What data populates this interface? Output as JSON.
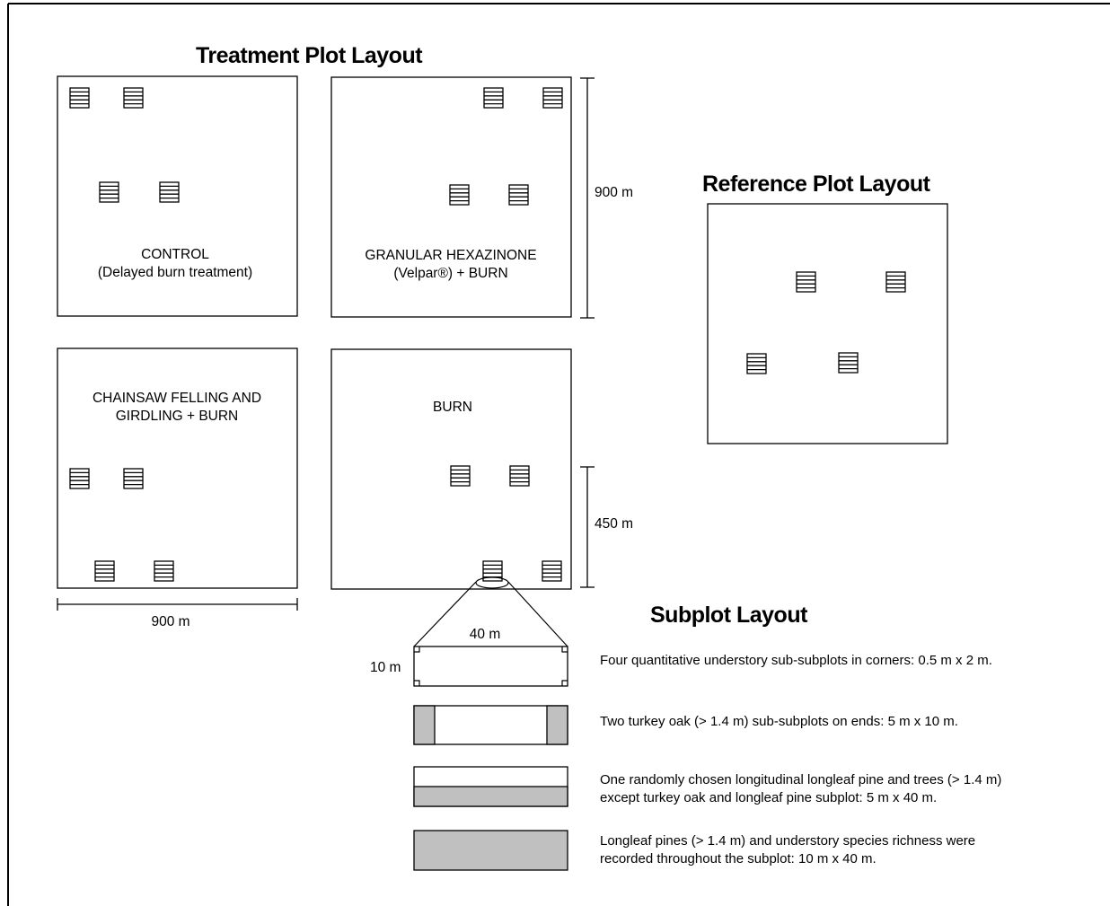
{
  "titles": {
    "treatment": "Treatment Plot Layout",
    "reference": "Reference Plot Layout",
    "subplot": "Subplot Layout"
  },
  "plots": {
    "control": {
      "line1": "CONTROL",
      "line2": "(Delayed burn treatment)"
    },
    "hexazinone": {
      "line1": "GRANULAR HEXAZINONE",
      "line2": "(Velpar®) + BURN"
    },
    "chainsaw": {
      "line1": "CHAINSAW FELLING AND",
      "line2": "GIRDLING + BURN"
    },
    "burn": {
      "line1": "BURN"
    }
  },
  "dimensions": {
    "plot_height": "900 m",
    "plot_width": "900 m",
    "half_height": "450 m",
    "subplot_length": "40 m",
    "subplot_width": "10 m"
  },
  "subplot_legend": [
    {
      "line1": "Four quantitative understory sub-subplots in corners: 0.5 m x 2 m.",
      "line2": ""
    },
    {
      "line1": "Two turkey oak (> 1.4 m) sub-subplots on ends: 5 m x 10 m.",
      "line2": ""
    },
    {
      "line1": "One randomly chosen longitudinal longleaf pine and trees (> 1.4 m)",
      "line2": "except turkey oak and longleaf pine subplot: 5 m x 40 m."
    },
    {
      "line1": "Longleaf pines (> 1.4 m) and understory species richness were",
      "line2": "recorded throughout the subplot: 10 m x 40 m."
    }
  ],
  "colors": {
    "shade": "#c0c0c0",
    "line": "#000000"
  }
}
